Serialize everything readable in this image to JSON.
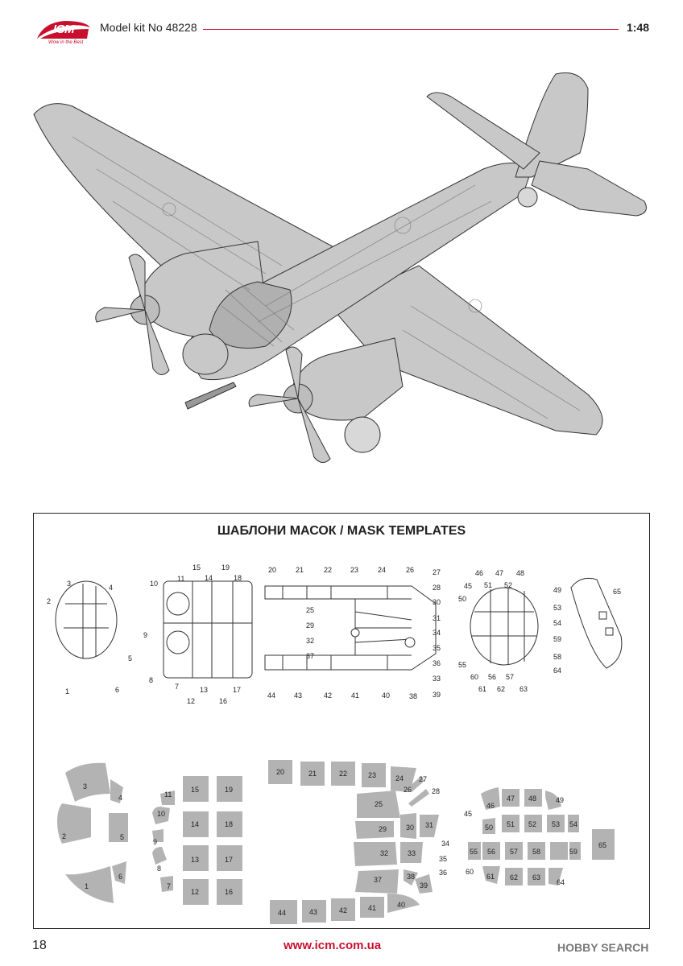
{
  "header": {
    "brand": "ICM",
    "tagline": "Wow in the Best",
    "kit_label": "Model kit No 48228",
    "scale": "1:48"
  },
  "mask_section": {
    "title": "ШАБЛОНИ МАСОК / MASK TEMPLATES",
    "drawing_labels": [
      "1",
      "2",
      "3",
      "4",
      "5",
      "6",
      "7",
      "8",
      "9",
      "10",
      "11",
      "12",
      "13",
      "14",
      "15",
      "16",
      "17",
      "18",
      "19",
      "20",
      "21",
      "22",
      "23",
      "24",
      "25",
      "26",
      "27",
      "28",
      "29",
      "30",
      "31",
      "32",
      "33",
      "34",
      "35",
      "36",
      "37",
      "38",
      "39",
      "40",
      "41",
      "42",
      "43",
      "44",
      "45",
      "46",
      "47",
      "48",
      "49",
      "50",
      "51",
      "52",
      "53",
      "54",
      "55",
      "56",
      "57",
      "58",
      "59",
      "60",
      "61",
      "62",
      "63",
      "64",
      "65"
    ],
    "mask_labels": [
      "1",
      "2",
      "3",
      "4",
      "5",
      "6",
      "7",
      "8",
      "9",
      "10",
      "11",
      "12",
      "13",
      "14",
      "15",
      "16",
      "17",
      "18",
      "19",
      "20",
      "21",
      "22",
      "23",
      "24",
      "25",
      "26",
      "27",
      "28",
      "29",
      "30",
      "31",
      "32",
      "33",
      "34",
      "35",
      "36",
      "37",
      "38",
      "39",
      "40",
      "41",
      "42",
      "43",
      "44",
      "45",
      "46",
      "47",
      "48",
      "49",
      "50",
      "51",
      "52",
      "53",
      "54",
      "55",
      "56",
      "57",
      "58",
      "59",
      "60",
      "61",
      "62",
      "63",
      "64",
      "65"
    ]
  },
  "footer": {
    "page_number": "18",
    "website": "www.icm.com.ua",
    "watermark": "HOBBY SEARCH"
  },
  "colors": {
    "accent": "#c8102e",
    "mask_gray": "#b3b3b3",
    "plane_gray": "#c8c8c8"
  }
}
